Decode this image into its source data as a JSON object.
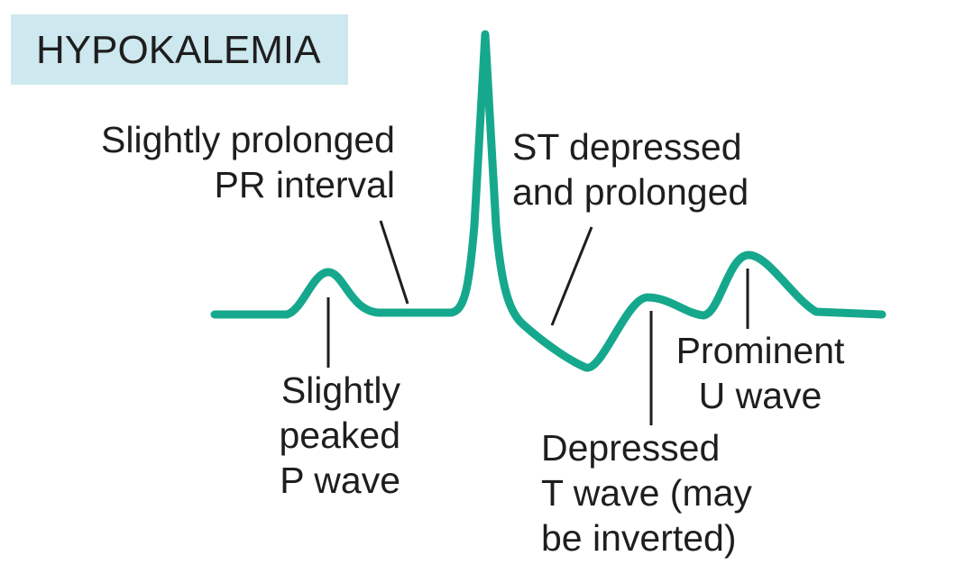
{
  "title": "HYPOKALEMIA",
  "colors": {
    "trace": "#16a88c",
    "title_background": "#cde8ee",
    "text": "#1e1e1e",
    "leader_lines": "#1e1e1e"
  },
  "labels": {
    "pr_interval": [
      "Slightly prolonged",
      "PR interval"
    ],
    "st_segment": [
      "ST depressed",
      "and prolonged"
    ],
    "p_wave": [
      "Slightly",
      "peaked",
      "P wave"
    ],
    "t_wave": [
      "Depressed",
      "T wave (may",
      "be inverted)"
    ],
    "u_wave": [
      "Prominent",
      "U wave"
    ]
  }
}
